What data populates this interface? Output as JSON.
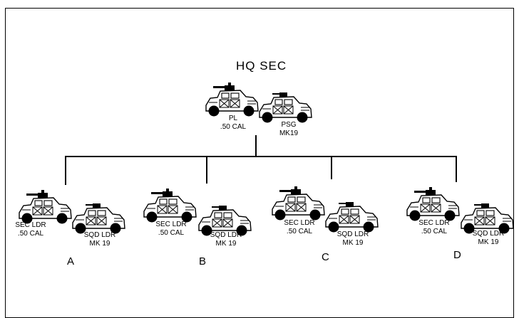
{
  "title": "HQ SEC",
  "hq": {
    "pl": {
      "line1": "PL",
      "line2": ".50 CAL"
    },
    "psg": {
      "line1": "PSG",
      "line2": "MK19"
    }
  },
  "sections": [
    {
      "letter": "A",
      "sec_line1": "SEC LDR",
      "sec_line2": ".50 CAL",
      "sqd_line1": "SQD LDR",
      "sqd_line2": "MK 19"
    },
    {
      "letter": "B",
      "sec_line1": "SEC LDR",
      "sec_line2": ".50 CAL",
      "sqd_line1": "SQD LDR",
      "sqd_line2": "MK 19"
    },
    {
      "letter": "C",
      "sec_line1": "SEC LDR",
      "sec_line2": ".50 CAL",
      "sqd_line1": "SQD LDR",
      "sqd_line2": "MK 19"
    },
    {
      "letter": "D",
      "sec_line1": "SEC LDR",
      "sec_line2": ".50 CAL",
      "sqd_line1": "SQD LDR",
      "sqd_line2": "MK 19"
    }
  ],
  "icons": {
    "vehicle": "humvee-icon"
  }
}
